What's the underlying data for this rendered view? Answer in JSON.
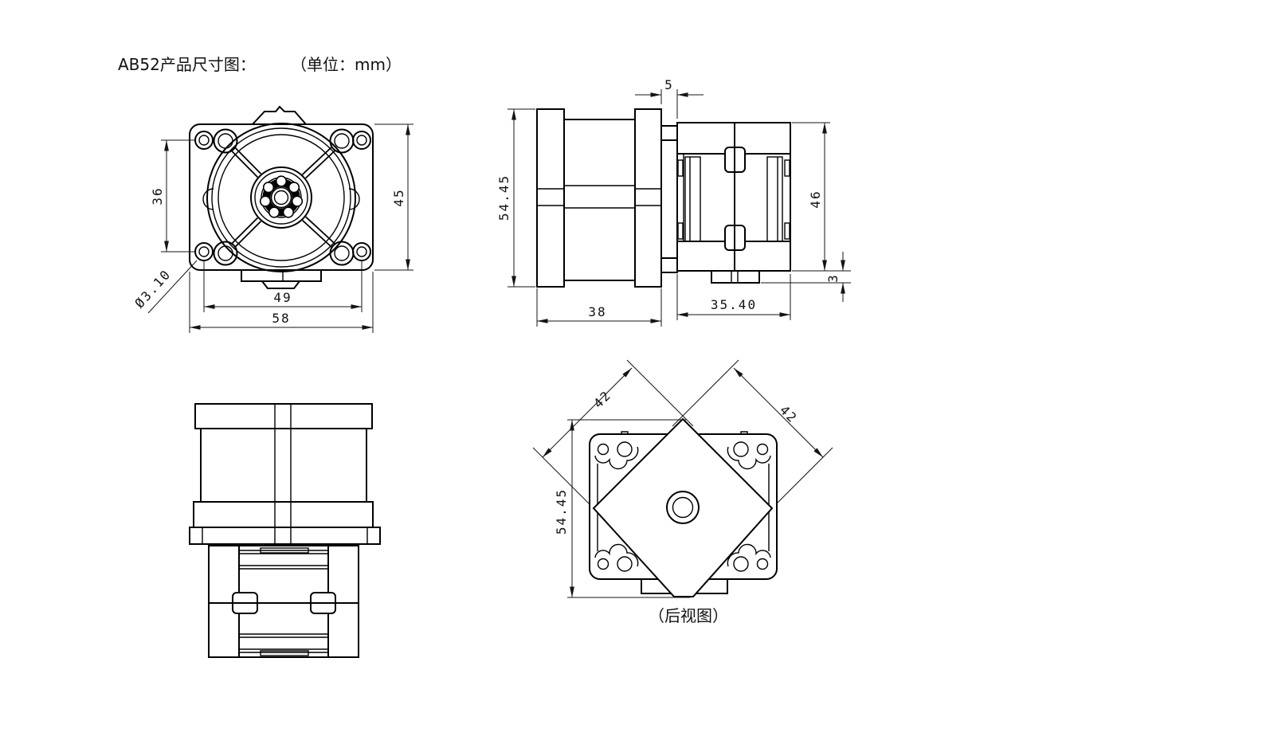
{
  "title": {
    "label": "AB52产品尺寸图：",
    "unit": "（单位：mm）"
  },
  "front_view": {
    "dim_hole_pitch_v": "36",
    "dim_height": "45",
    "dim_hole_pitch_h": "49",
    "dim_width": "58",
    "dim_hole_dia": "Ø3.10"
  },
  "side_view": {
    "dim_gap": "5",
    "dim_pump_height": "54.45",
    "dim_motor_height": "46",
    "dim_terminal": "3",
    "dim_pump_depth": "38",
    "dim_motor_depth": "35.40"
  },
  "rear_view": {
    "dim_edge_left": "42",
    "dim_edge_right": "42",
    "dim_height": "54.45",
    "caption": "（后视图）"
  }
}
